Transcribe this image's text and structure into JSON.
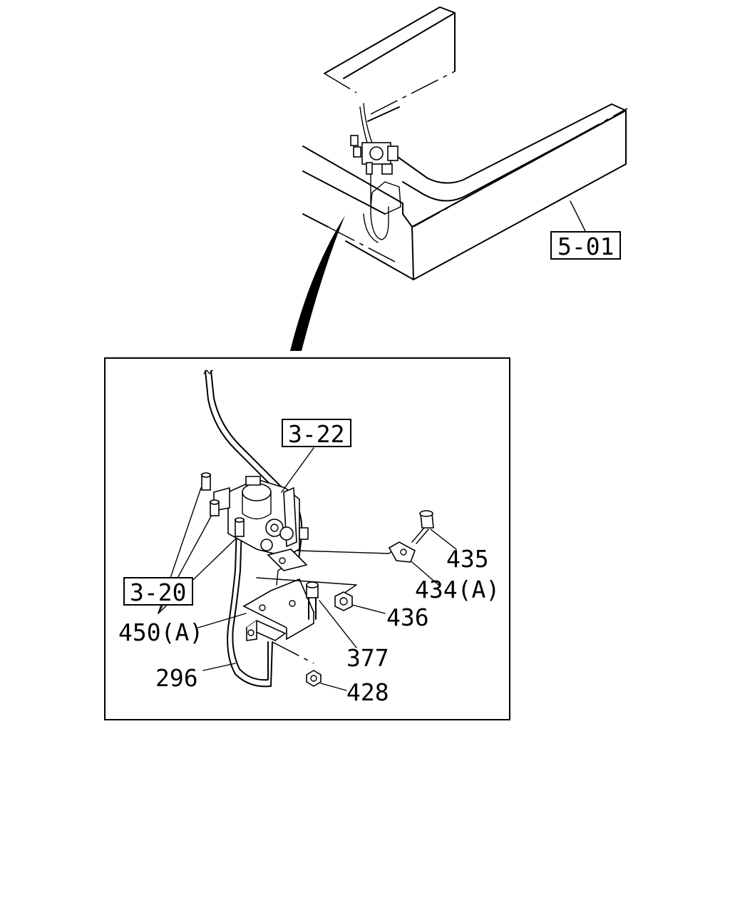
{
  "callouts": {
    "ref_5_01": "5-01",
    "ref_3_22": "3-22",
    "ref_3_20": "3-20",
    "part_435": "435",
    "part_434a": "434(A)",
    "part_436": "436",
    "part_450a": "450(A)",
    "part_377": "377",
    "part_296": "296",
    "part_428": "428"
  }
}
